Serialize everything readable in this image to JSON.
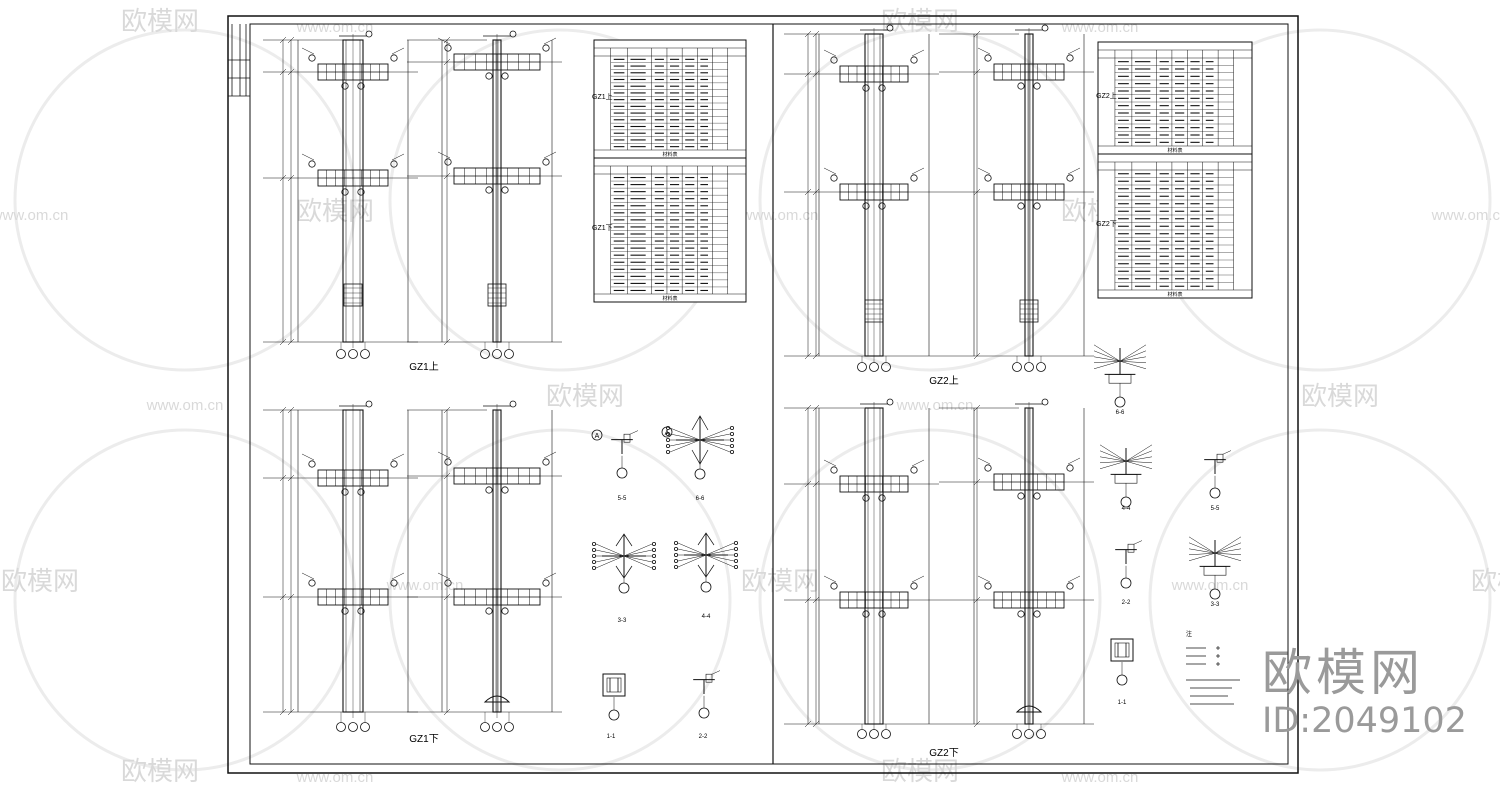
{
  "watermark": {
    "site": "www.om.cn",
    "brand": "欧模网"
  },
  "brand_mark": {
    "name": "欧模网",
    "id": "ID:2049102"
  },
  "sheet": {
    "columns": [
      {
        "key": "GZ1",
        "top_title": "GZ1上",
        "bottom_title": "GZ1下"
      },
      {
        "key": "GZ2",
        "top_title": "GZ2上",
        "bottom_title": "GZ2下"
      }
    ],
    "sections_left": [
      "5-5",
      "6-6",
      "3-3",
      "4-4",
      "1-1",
      "2-2"
    ],
    "sections_right": [
      "6-6",
      "4-4",
      "5-5",
      "2-2",
      "3-3",
      "1-1"
    ],
    "tables": [
      {
        "label": "GZ1上",
        "footer": "材料表"
      },
      {
        "label": "GZ1下",
        "footer": "材料表"
      },
      {
        "label": "GZ2上",
        "footer": "材料表"
      },
      {
        "label": "GZ2下",
        "footer": "材料表"
      }
    ],
    "callout": "A",
    "notes_title": "注"
  },
  "colors": {
    "line": "#111111",
    "watermark": "#d9d9d9",
    "brand": "#9a9a9a"
  }
}
